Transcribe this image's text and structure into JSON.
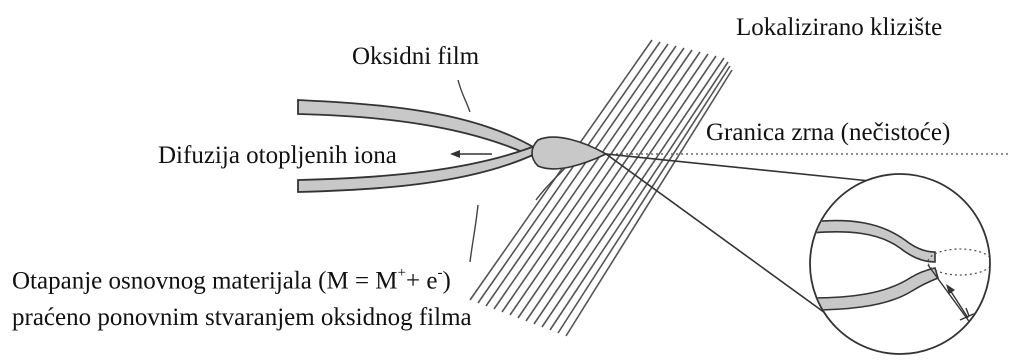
{
  "labels": {
    "oxide_film": "Oksidni film",
    "localized_slip": "Lokalizirano klizište",
    "grain_boundary": "Granica zrna (nečistoće)",
    "diffusion": "Difuzija otopljenih iona",
    "dissolution_line1_pre": "Otapanje osnovnog materijala (M = M",
    "dissolution_sup1": "+",
    "dissolution_mid": "+ e",
    "dissolution_sup2": "-",
    "dissolution_post": ")",
    "dissolution_line2": "praćeno ponovnim stvaranjem oksidnog filma"
  },
  "colors": {
    "film_fill": "#c8c8c8",
    "stroke": "#333333",
    "text": "#111111"
  }
}
